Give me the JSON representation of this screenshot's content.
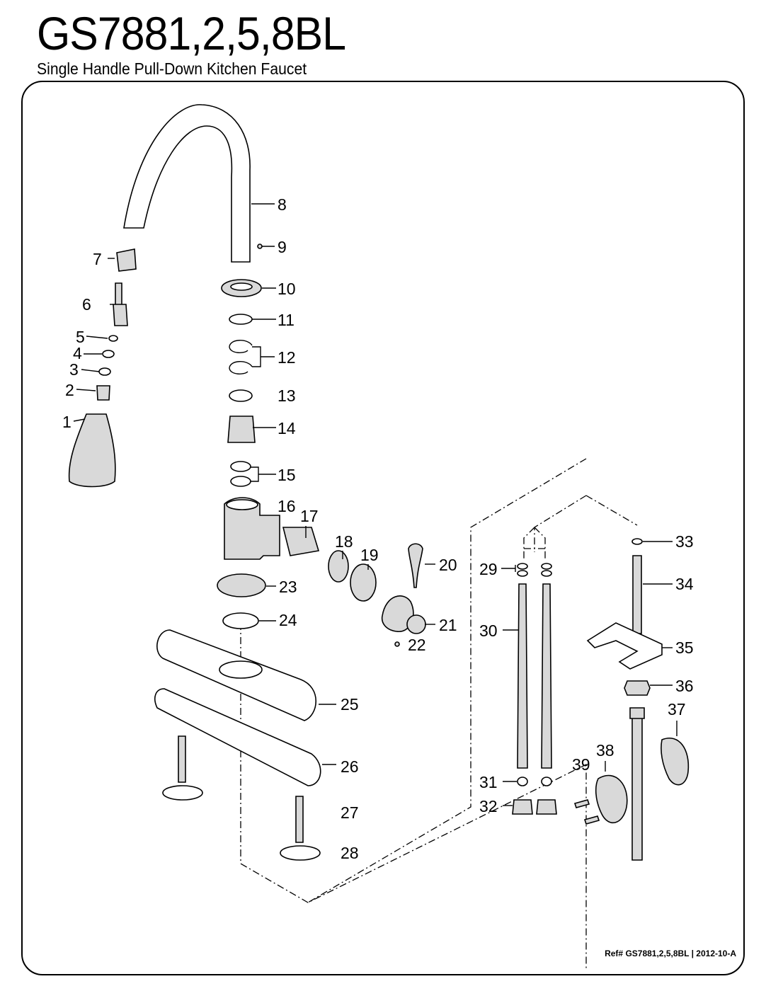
{
  "header": {
    "title": "GS7881,2,5,8BL",
    "subtitle": "Single Handle Pull-Down Kitchen Faucet"
  },
  "footer": {
    "reference": "Ref# GS7881,2,5,8BL | 2012-10-A"
  },
  "part_numbers": [
    "1",
    "2",
    "3",
    "4",
    "5",
    "6",
    "7",
    "8",
    "9",
    "10",
    "11",
    "12",
    "13",
    "14",
    "15",
    "16",
    "17",
    "18",
    "19",
    "20",
    "21",
    "22",
    "23",
    "24",
    "25",
    "26",
    "27",
    "28",
    "29",
    "30",
    "31",
    "32",
    "33",
    "34",
    "35",
    "36",
    "37",
    "38",
    "39"
  ]
}
